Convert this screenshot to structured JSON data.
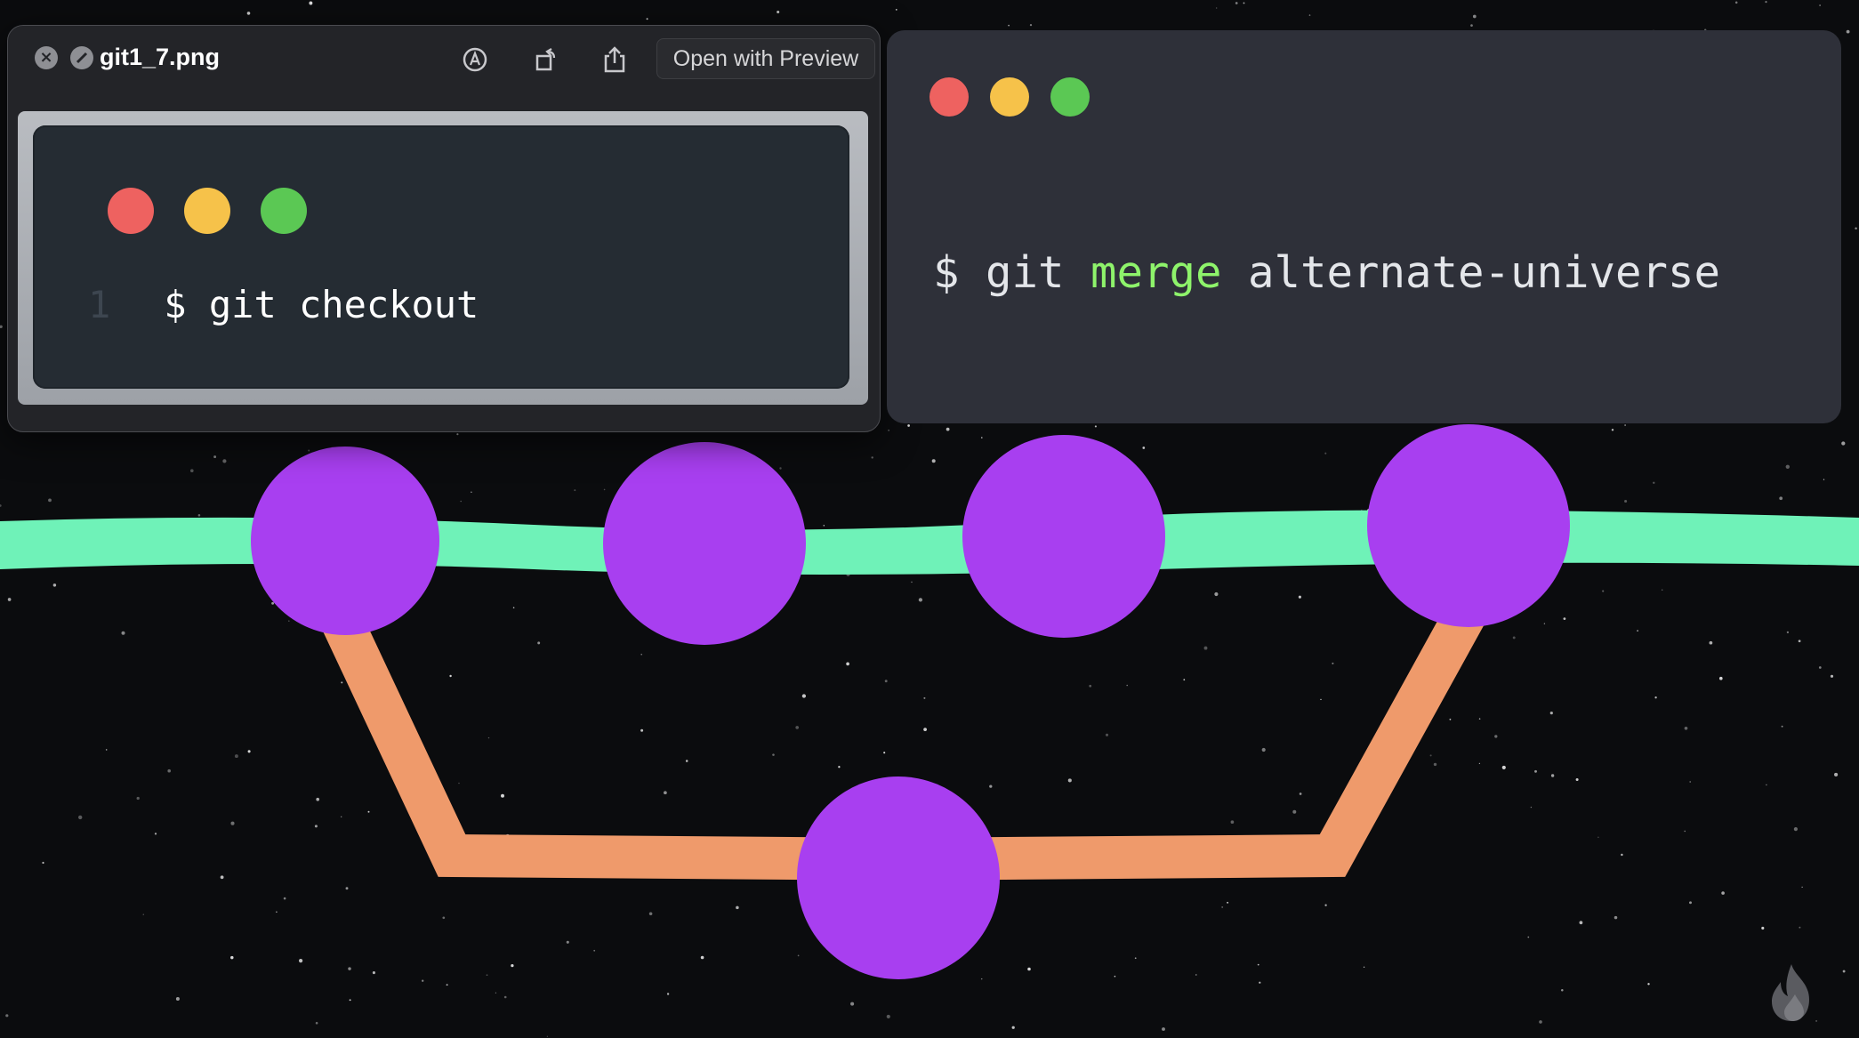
{
  "quicklook": {
    "title": "git1_7.png",
    "open_button_label": "Open with Preview",
    "close_icon": "close-icon",
    "fullscreen_icon": "fullscreen-icon",
    "markup_icon": "markup-icon",
    "rotate_icon": "rotate-icon",
    "share_icon": "share-icon",
    "image": {
      "line_number": "1",
      "command": "$ git checkout"
    }
  },
  "terminal": {
    "prompt": "$ git ",
    "keyword": "merge",
    "argument": " alternate-universe"
  },
  "colors": {
    "main_branch": "#6ff2b8",
    "feature_branch": "#ef9a6b",
    "commit": "#a83ff0",
    "traffic_red": "#ee6260",
    "traffic_yellow": "#f6c24a",
    "traffic_green": "#5bc854",
    "keyword": "#8ef36b"
  },
  "logo_icon": "flame-icon"
}
